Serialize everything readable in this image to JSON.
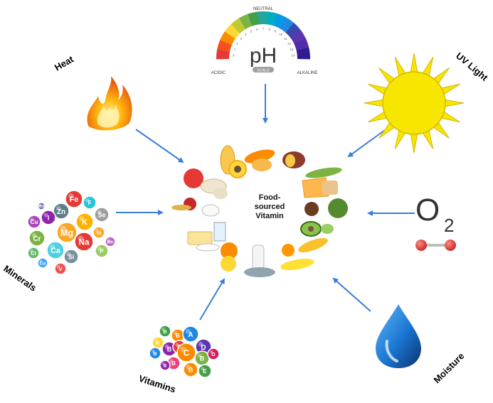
{
  "center": {
    "line1": "Food-",
    "line2": "sourced",
    "line3": "Vitamin"
  },
  "factors": {
    "heat": "Heat",
    "ph": "pH",
    "uv": "UV Light",
    "oxygen": "O",
    "oxygen_sub": "2",
    "minerals": "Minerals",
    "vitamins": "Vitamins",
    "moisture": "Moisture"
  },
  "ph_gauge": {
    "neutral": "NEUTRAL",
    "acidic": "ACIDIC",
    "alkaline": "ALKALINE",
    "scale": "SCALE",
    "numbers": [
      "0",
      "1",
      "2",
      "3",
      "4",
      "5",
      "6",
      "7",
      "8",
      "9",
      "10",
      "11",
      "12",
      "13",
      "14"
    ],
    "colors": [
      "#e53935",
      "#f4511e",
      "#fb8c00",
      "#fdd835",
      "#c0ca33",
      "#7cb342",
      "#43a047",
      "#26a69a",
      "#00acc1",
      "#039be5",
      "#1e88e5",
      "#3949ab",
      "#5e35b1",
      "#512da8",
      "#311b92"
    ]
  },
  "minerals_bubbles": [
    {
      "label": "Zn",
      "color": "#607d8b"
    },
    {
      "label": "Fe",
      "color": "#e53935"
    },
    {
      "label": "F",
      "color": "#26c6da"
    },
    {
      "label": "Cu",
      "color": "#ab47bc"
    },
    {
      "label": "I",
      "color": "#8e24aa"
    },
    {
      "label": "Mg",
      "color": "#f9a825"
    },
    {
      "label": "K",
      "color": "#ffb300"
    },
    {
      "label": "Se",
      "color": "#9e9e9e"
    },
    {
      "label": "Cr",
      "color": "#7cb342"
    },
    {
      "label": "Ca",
      "color": "#4dd0e1"
    },
    {
      "label": "Na",
      "color": "#e53935"
    },
    {
      "label": "Si",
      "color": "#ffa726"
    },
    {
      "label": "Cl",
      "color": "#66bb6a"
    },
    {
      "label": "Co",
      "color": "#42a5f5"
    },
    {
      "label": "Si",
      "color": "#78909c"
    },
    {
      "label": "V",
      "color": "#ef5350"
    },
    {
      "label": "P",
      "color": "#9ccc65"
    },
    {
      "label": "Mn",
      "color": "#ba68c8"
    },
    {
      "label": "Mo",
      "color": "#5c6bc0"
    }
  ],
  "vitamin_bubbles": [
    {
      "label": "B",
      "color": "#43a047"
    },
    {
      "label": "B",
      "color": "#fb8c00"
    },
    {
      "label": "A",
      "color": "#1e88e5"
    },
    {
      "label": "K",
      "color": "#fdd835"
    },
    {
      "label": "B",
      "color": "#8e24aa"
    },
    {
      "label": "B",
      "color": "#e53935"
    },
    {
      "label": "D",
      "color": "#5e35b1"
    },
    {
      "label": "B",
      "color": "#1e88e5"
    },
    {
      "label": "B",
      "color": "#ec407a"
    },
    {
      "label": "C",
      "color": "#fb8c00"
    },
    {
      "label": "B",
      "color": "#7cb342"
    },
    {
      "label": "D",
      "color": "#d81b60"
    },
    {
      "label": "B",
      "color": "#8e24aa"
    },
    {
      "label": "B",
      "color": "#fb8c00"
    },
    {
      "label": "E",
      "color": "#43a047"
    }
  ],
  "colors": {
    "arrow": "#3b7dd8",
    "sun": "#f7e600",
    "sun_outline": "#d4b800",
    "drop": "#1565c0",
    "o2_atom": "#e53935"
  }
}
